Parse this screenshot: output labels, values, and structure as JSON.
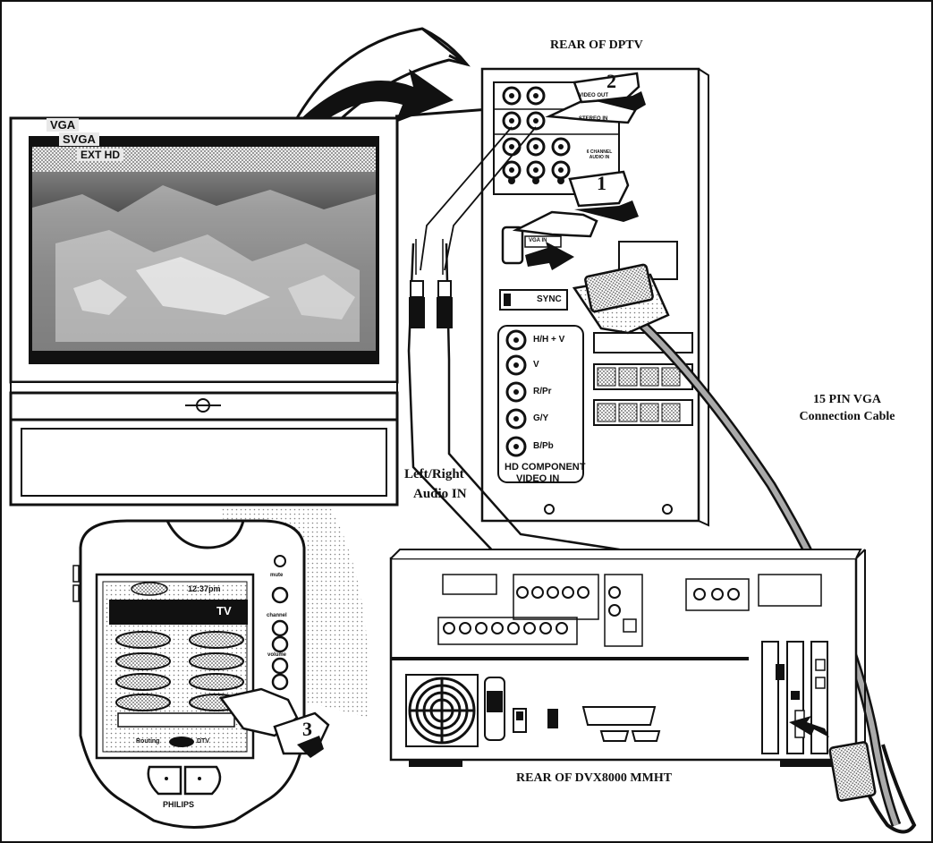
{
  "labels": {
    "rear_dptv": "REAR OF DPTV",
    "rear_dvx": "REAR OF DVX8000 MMHT",
    "vga_cable_line1": "15 PIN VGA",
    "vga_cable_line2": "Connection Cable",
    "audio_line1": "Left/Right",
    "audio_line2": "Audio IN"
  },
  "tv_screen": {
    "menu_items": [
      "VGA",
      "SVGA",
      "EXT HD"
    ]
  },
  "dptv_panel": {
    "section_labels": [
      "VIDEO OUT",
      "STEREO IN",
      "6 CHANNEL AUDIO IN"
    ],
    "vga_in": "VGA IN",
    "sync": "SYNC",
    "component_inputs": [
      "H/H + V",
      "V",
      "R/Pr",
      "G/Y",
      "B/Pb"
    ],
    "component_title": [
      "HD COMPONENT",
      "VIDEO IN"
    ]
  },
  "steps": [
    "1",
    "2",
    "3"
  ],
  "remote": {
    "brand": "PHILIPS",
    "time": "12:37pm",
    "mode": "TV",
    "side_labels": [
      "mute",
      "channel",
      "volume"
    ],
    "bottom_bar": [
      "Routing",
      "DTV"
    ]
  },
  "colors": {
    "ink": "#111111",
    "paper": "#ffffff",
    "halftone": "#bdbdbd"
  }
}
